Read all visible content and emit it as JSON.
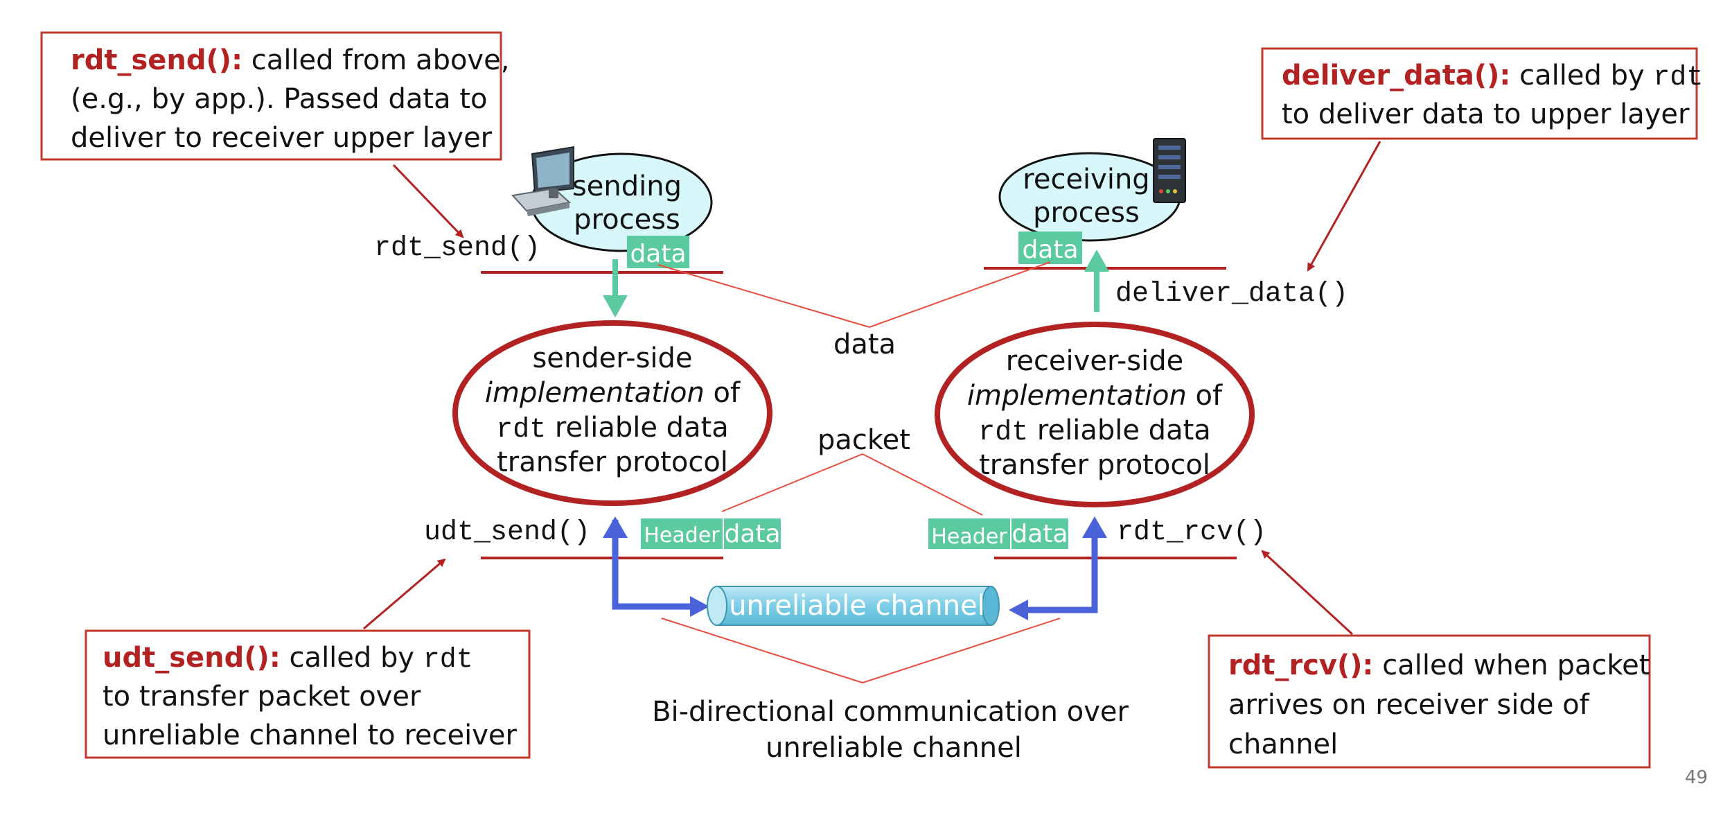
{
  "colors": {
    "accent_red": "#b22222",
    "box_red": "#c0392b",
    "data_green": "#5ccaa0",
    "arrow_blue": "#4a63d8",
    "cloud_fill": "#d8f7fb",
    "channel_fill": "#7ccde6"
  },
  "callouts": {
    "rdt_send": {
      "key": "rdt_send():",
      "line1_rest": " called from above,",
      "line2": "(e.g., by app.). Passed data to",
      "line3": "deliver to receiver upper layer"
    },
    "deliver_data": {
      "key": "deliver_data():",
      "line1_rest": " called by ",
      "line1_code": "rdt",
      "line2": "to deliver data to upper layer"
    },
    "udt_send": {
      "key": "udt_send():",
      "line1_rest": " called by ",
      "line1_code": "rdt",
      "line2": "to transfer packet over",
      "line3": "unreliable channel to receiver"
    },
    "rdt_rcv": {
      "key": "rdt_rcv():",
      "line1_rest": " called when packet",
      "line2": "arrives on receiver side of",
      "line3": "channel"
    }
  },
  "function_labels": {
    "rdt_send": "rdt_send()",
    "deliver_data": "deliver_data()",
    "udt_send": "udt_send()",
    "rdt_rcv": "rdt_rcv()"
  },
  "processes": {
    "sending": {
      "line1": "sending",
      "line2": "process",
      "icon": "computer-icon"
    },
    "receiving": {
      "line1": "receiving",
      "line2": "process",
      "icon": "server-icon"
    }
  },
  "implementations": {
    "sender": {
      "line1": "sender-side",
      "line2_italic": "implementation",
      "line2_rest": " of",
      "line3_code": "rdt",
      "line3_rest": " reliable data",
      "line4": "transfer protocol"
    },
    "receiver": {
      "line1": "receiver-side",
      "line2_italic": "implementation",
      "line2_rest": " of",
      "line3_code": "rdt",
      "line3_rest": "  reliable data",
      "line4": "transfer protocol"
    }
  },
  "tags": {
    "data": "data",
    "header": "Header"
  },
  "labels": {
    "data_center": "data",
    "packet_center": "packet",
    "channel": "unreliable channel",
    "bottom_line1": "Bi-directional communication over",
    "bottom_line2": "unreliable channel"
  },
  "page_number": "49"
}
